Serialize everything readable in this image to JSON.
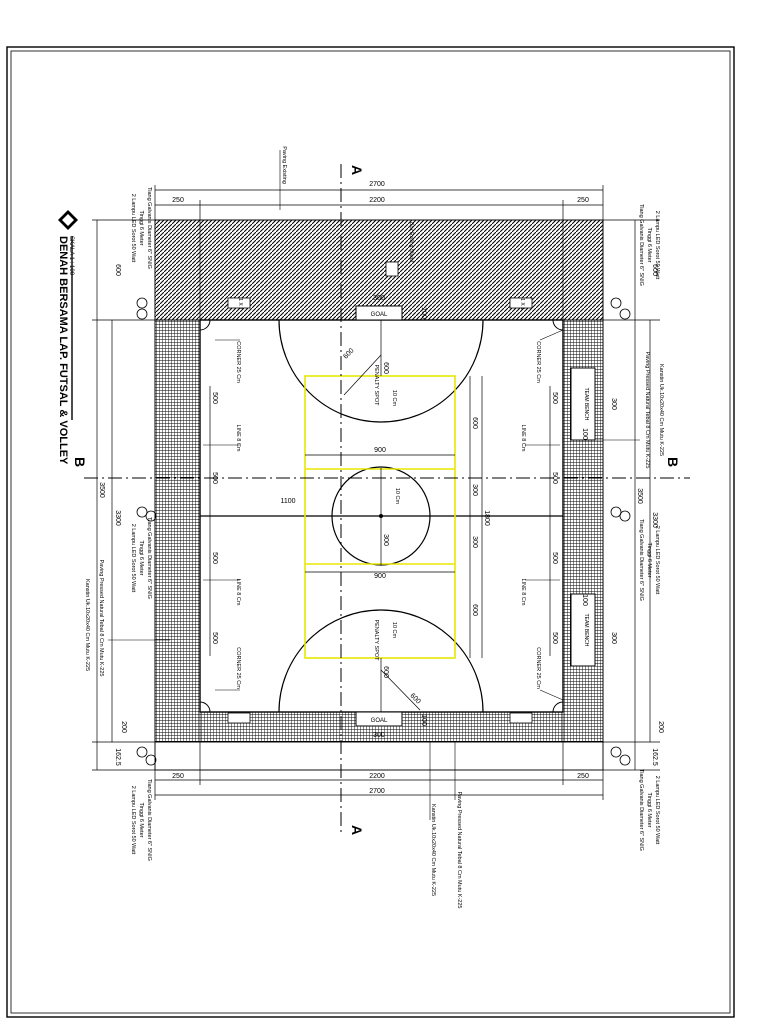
{
  "drawing": {
    "title": "DENAH BERSAMA LAP. FUTSAL & VOLLEY",
    "scale": "SKALA 1 : 100",
    "section_a": "A",
    "section_b": "B",
    "dims": {
      "total_width": "2700",
      "inner_width": "2200",
      "side_width": "250",
      "total_height": "3500",
      "inner_height": "3300",
      "half_court": "1100",
      "end_top": "600",
      "end_bottom": "162.5",
      "end_zone": "200",
      "volley_width": "900",
      "volley_length": "1800",
      "attack_zone": "600",
      "center_zone": "300",
      "goal_width": "300",
      "goal_depth": "100",
      "substitution_zone": "500",
      "bench_length": "300",
      "bench_width": "100",
      "circle_radius": "300",
      "penalty_distance": "600",
      "penalty_arc": "600",
      "spot_size": "10 Cm",
      "stand_size": "1 X 1"
    },
    "labels": {
      "goal": "GOAL",
      "team_bench": "TEAM BENCH",
      "penalty_spot": "PENALTY SPOT",
      "corner": "CORNER 25 Cm",
      "line": "LINE 8 Cm",
      "paving_existing": "Paving Existing",
      "box_rolling": "Box Rolling Stand",
      "kanstin": "Kanstin Uk.10x20x40 Cm Mutu K-225",
      "paving_pressed": "Paving Pressed Natural Tebal 8 Cm Mutu K-225",
      "lamp_line1": "Tiang Galvanis Diameter 6\" SNIG",
      "lamp_line2": "Tinggi 6 Meter",
      "lamp_line3": "2 Lampu LED Sorot 50 Watt"
    }
  },
  "colors": {
    "line": "#000000",
    "court_mark": "#e8e800",
    "frame": "#000000"
  }
}
